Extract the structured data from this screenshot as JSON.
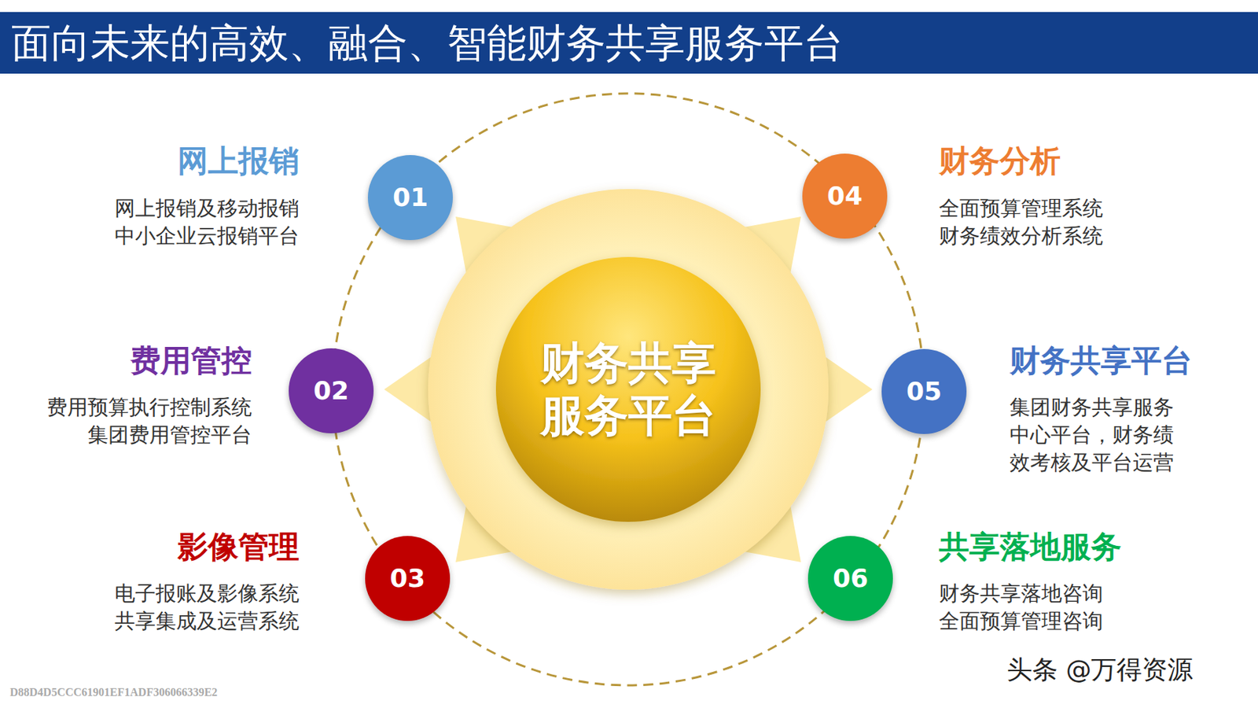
{
  "diagram": {
    "title": "面向未来的高效、融合、智能财务共享服务平台",
    "nodes": [
      {
        "text": [
          "财务共享服务平台"
        ]
      },
      {
        "text": [
          "01",
          "网上报销",
          "网上报销及移动报销 中小企业云报销平台"
        ]
      },
      {
        "text": [
          "02",
          "费用管控",
          "费用预算执行控制系统 集团费用管控平台"
        ]
      },
      {
        "text": [
          "03",
          "影像管理",
          "电子报账及影像系统 共享集成及运营系统"
        ]
      },
      {
        "text": [
          "04",
          "财务分析",
          "全面预算管理系统 财务绩效分析系统"
        ]
      },
      {
        "text": [
          "05",
          "财务共享平台",
          "集团财务共享服务中心平台，财务绩效考核及平台运营"
        ]
      },
      {
        "text": [
          "06",
          "共享落地服务",
          "财务共享落地咨询 全面预算管理咨询"
        ]
      }
    ],
    "labels": [
      "头条 @万得资源",
      "D88D4D5CCC61901EF1ADF306066339E2"
    ]
  }
}
